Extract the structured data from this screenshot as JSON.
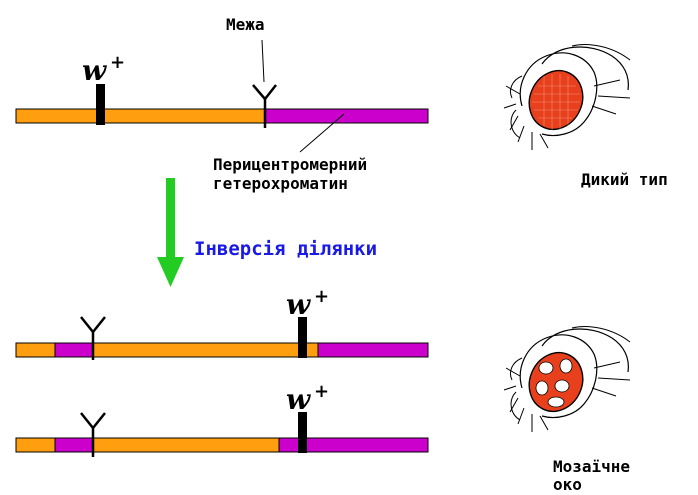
{
  "labels": {
    "boundary": "Межа",
    "heterochromatin_line1": "Перицентромерний",
    "heterochromatin_line2": "гетерохроматин",
    "wild_type": "Дикий тип",
    "inversion": "Інверсія ділянки",
    "mosaic_line1": "Мозаїчне",
    "mosaic_line2": "око",
    "gene": "w",
    "gene_sup": "+"
  },
  "colors": {
    "euchromatin": "#FF9F0F",
    "heterochromatin": "#CC00CC",
    "arrow": "#22CC22",
    "inversion_text": "#1A1AE6",
    "eye": "#E8401C"
  },
  "icons": {
    "fly_head_wild": "fly-head-wild-type-icon",
    "fly_head_mosaic": "fly-head-mosaic-eye-icon"
  }
}
